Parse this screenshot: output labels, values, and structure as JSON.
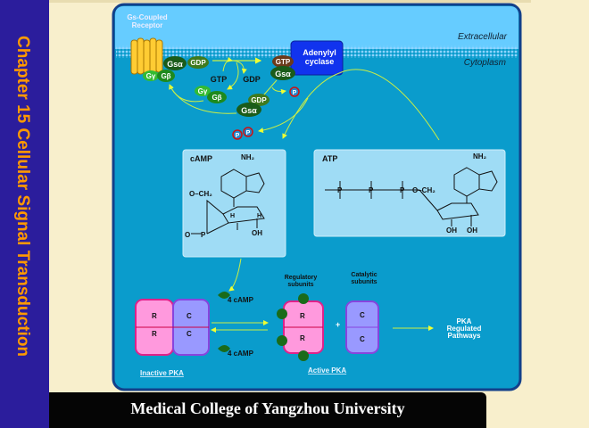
{
  "slide": {
    "side_title": "Chapter 15 Cellular Signal Transduction",
    "footer": "Medical College of Yangzhou University"
  },
  "diagram": {
    "receptor_line1": "Gs-Coupled",
    "receptor_line2": "Receptor",
    "extracellular": "Extracellular",
    "cytoplasm": "Cytoplasm",
    "adenylyl_line1": "Adenylyl",
    "adenylyl_line2": "cyclase",
    "g_alpha": "Gsα",
    "g_beta": "Gβ",
    "g_gamma": "Gγ",
    "gdp": "GDP",
    "gtp": "GTP",
    "phosphate": "P",
    "camp_title": "cAMP",
    "atp_title": "ATP",
    "nh2": "NH₂",
    "ch2": "O–CH₂",
    "oh": "OH",
    "h": "H",
    "o": "O",
    "p_atom": "P",
    "four_camp": "4 cAMP",
    "regulatory_line1": "Regulatory",
    "regulatory_line2": "subunits",
    "catalytic_line1": "Catalytic",
    "catalytic_line2": "subunits",
    "r": "R",
    "c": "C",
    "plus": "+",
    "pka_line1": "PKA",
    "pka_line2": "Regulated",
    "pka_line3": "Pathways",
    "inactive_pka": "Inactive PKA",
    "active_pka": "Active PKA"
  },
  "colors": {
    "panel": "#0a9ccc",
    "extracellular": "#66ccff",
    "side_band": "#2b1d9c",
    "side_text": "#ff9900",
    "arrow": "#ccee44",
    "reg_subunit": "#ff99dd",
    "cat_subunit": "#9999ff"
  }
}
